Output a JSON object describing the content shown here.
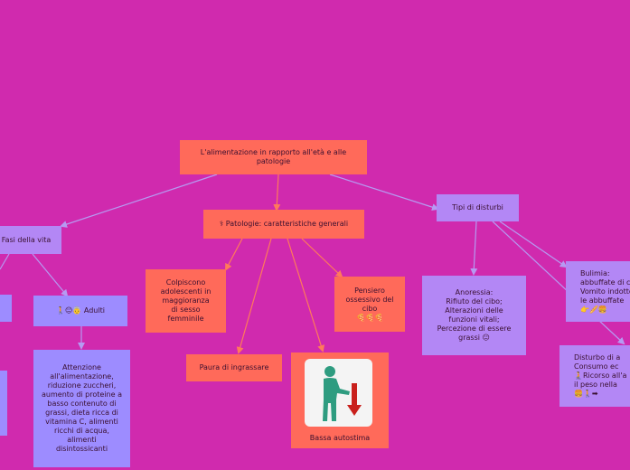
{
  "colors": {
    "background": "#d02aae",
    "orange_node": "#ff6a5a",
    "purple_node": "#b387f5",
    "blue_node": "#9d8cff",
    "link_purple": "#b69af2",
    "link_orange": "#ff7a5a"
  },
  "nodes": {
    "root": "L'alimentazione in rapporto all'età e alle patologie",
    "fasi": "Fasi della vita",
    "patologie": "⚕ Patologie: caratteristiche generali",
    "tipi": "Tipi di disturbi",
    "adulti": "🚶😐👵 Adulti",
    "adulti_text": "Attenzione all'alimentazione, riduzione zuccheri, aumento di proteine a basso contenuto di grassi, dieta ricca di vitamina C, alimenti ricchi di acqua, alimenti disintossicanti",
    "colpiscono": "Colpiscono adolescenti in maggioranza di sesso femminile",
    "paura": "Paura di ingrassare",
    "bassa": "Bassa autostima",
    "pensiero": "Pensiero ossessivo del cibo\n🍕🍕🍕",
    "anoressia": "Anoressia:\nRifiuto del cibo;\nAlterazioni delle funzioni vitali;\nPercezione di essere grassi 😐",
    "bulimia": "Bulimia:\nabbuffate di c\nVomito indotto\nle abbuffate\n👉🥖🍔",
    "disturbo": "Disturbo di a\nConsumo ec\n🧎Ricorso all'a\nil peso nella\n🍔🚶➡"
  },
  "icons": {
    "bassa_autostima_image": "person-low-self-esteem-icon"
  }
}
